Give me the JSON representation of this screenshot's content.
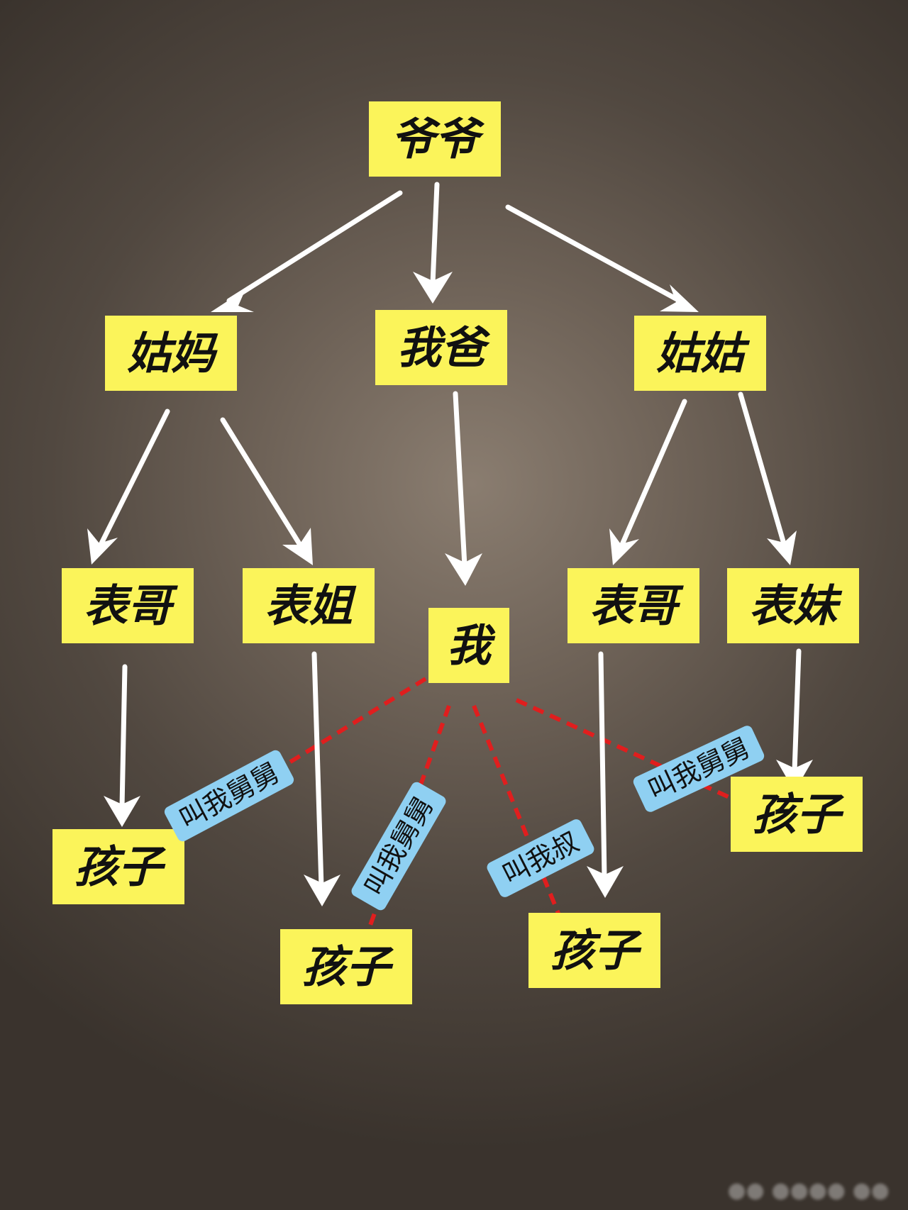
{
  "nodes": {
    "grandpa": "爷爷",
    "aunt_left": "姑妈",
    "dad": "我爸",
    "aunt_right": "姑姑",
    "cousin_l1": "表哥",
    "cousin_l2": "表姐",
    "me": "我",
    "cousin_r1": "表哥",
    "cousin_r2": "表妹",
    "child_1": "孩子",
    "child_2": "孩子",
    "child_3": "孩子",
    "child_4": "孩子"
  },
  "relations": {
    "child_1": "叫我舅舅",
    "child_2": "叫我舅舅",
    "child_3": "叫我叔",
    "child_4": "叫我舅舅"
  },
  "colors": {
    "node_fill": "#fbf45a",
    "arrow": "#ffffff",
    "relation_line": "#e01e1e",
    "relation_tag": "#8fd0f2"
  }
}
